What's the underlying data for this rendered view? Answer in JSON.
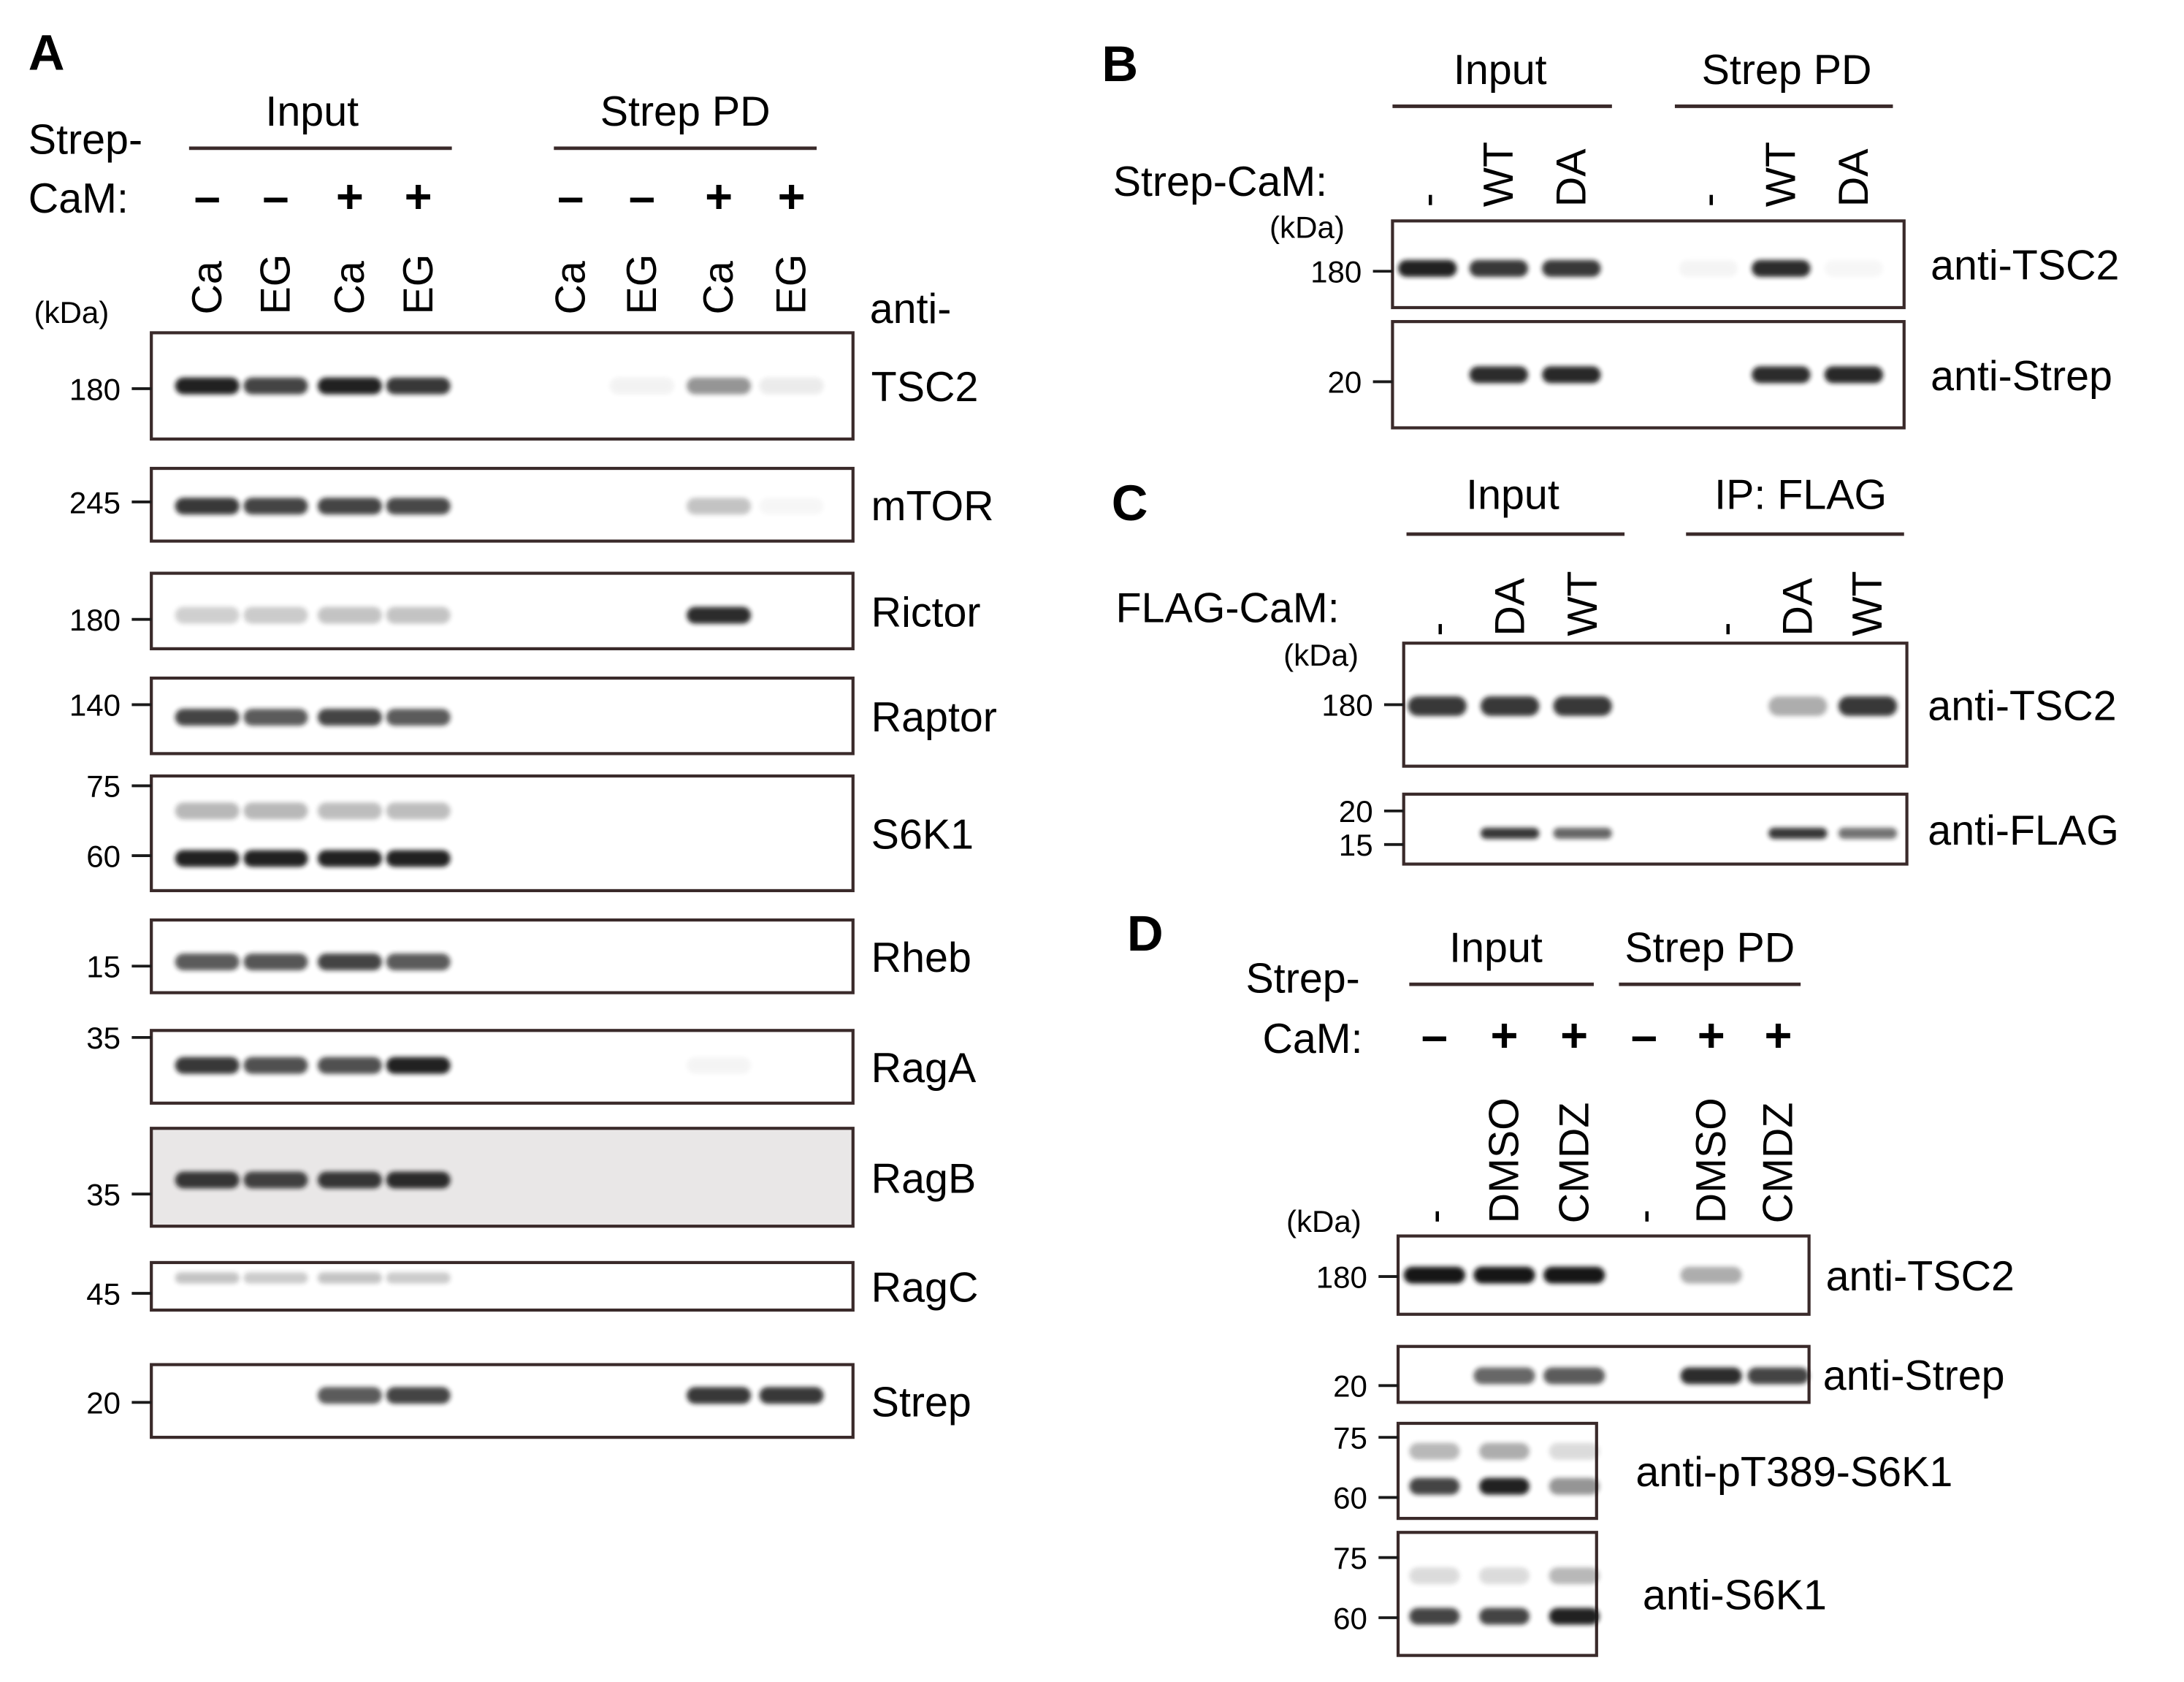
{
  "panels": {
    "A": {
      "label": "A",
      "row_label_1": "Strep-",
      "row_label_2": "CaM:",
      "kda": "(kDa)",
      "anti": "anti-",
      "groups": [
        "Input",
        "Strep PD"
      ],
      "signs": [
        "–",
        "–",
        "+",
        "+",
        "–",
        "–",
        "+",
        "+"
      ],
      "lanes": [
        "Ca",
        "EG",
        "Ca",
        "EG",
        "Ca",
        "EG",
        "Ca",
        "EG"
      ],
      "blots": [
        {
          "name": "TSC2",
          "markers": [
            "180"
          ],
          "bg": "#ffffff",
          "bands": [
            [
              0.95,
              0.8,
              0.95,
              0.85,
              0,
              0.05,
              0.45,
              0.08
            ]
          ]
        },
        {
          "name": "mTOR",
          "markers": [
            "245"
          ],
          "bg": "#ffffff",
          "bands": [
            [
              0.85,
              0.8,
              0.8,
              0.78,
              0,
              0,
              0.25,
              0.03
            ]
          ]
        },
        {
          "name": "Rictor",
          "markers": [
            "180"
          ],
          "bg": "#ffffff",
          "bands": [
            [
              0.2,
              0.22,
              0.25,
              0.25,
              0,
              0,
              0.9,
              0
            ]
          ]
        },
        {
          "name": "Raptor",
          "markers": [
            "140"
          ],
          "bg": "#ffffff",
          "bands": [
            [
              0.8,
              0.7,
              0.8,
              0.7,
              0,
              0,
              0,
              0
            ]
          ]
        },
        {
          "name": "S6K1",
          "markers": [
            "75",
            "60"
          ],
          "bg": "#ffffff",
          "bands": [
            [
              0.3,
              0.3,
              0.28,
              0.28,
              0,
              0,
              0,
              0
            ],
            [
              0.95,
              0.95,
              0.95,
              0.95,
              0,
              0,
              0,
              0
            ]
          ]
        },
        {
          "name": "Rheb",
          "markers": [
            "15"
          ],
          "bg": "#ffffff",
          "bands": [
            [
              0.7,
              0.72,
              0.8,
              0.7,
              0,
              0,
              0,
              0
            ]
          ]
        },
        {
          "name": "RagA",
          "markers": [
            "35"
          ],
          "bg": "#ffffff",
          "bands": [
            [
              0.85,
              0.75,
              0.75,
              0.95,
              0,
              0,
              0.04,
              0
            ]
          ]
        },
        {
          "name": "RagB",
          "markers": [
            "35"
          ],
          "bg": "#e9e7e7",
          "bands": [
            [
              0.85,
              0.8,
              0.85,
              0.9,
              0,
              0,
              0,
              0
            ]
          ]
        },
        {
          "name": "RagC",
          "markers": [
            "45"
          ],
          "bg": "#ffffff",
          "bands": [
            [
              0.25,
              0.22,
              0.25,
              0.22,
              0,
              0,
              0,
              0
            ]
          ]
        },
        {
          "name": "Strep",
          "markers": [
            "20"
          ],
          "bg": "#ffffff",
          "bands": [
            [
              0,
              0,
              0.7,
              0.8,
              0,
              0,
              0.85,
              0.85
            ]
          ]
        }
      ]
    },
    "B": {
      "label": "B",
      "row_label": "Strep-CaM:",
      "kda": "(kDa)",
      "groups": [
        "Input",
        "Strep PD"
      ],
      "lanes": [
        "-",
        "WT",
        "DA",
        "-",
        "WT",
        "DA"
      ],
      "blots": [
        {
          "name": "anti-TSC2",
          "markers": [
            "180"
          ],
          "bands": [
            [
              0.95,
              0.85,
              0.85,
              0.04,
              0.9,
              0.03
            ]
          ]
        },
        {
          "name": "anti-Strep",
          "markers": [
            "20"
          ],
          "bands": [
            [
              0,
              0.9,
              0.92,
              0,
              0.9,
              0.92
            ]
          ]
        }
      ]
    },
    "C": {
      "label": "C",
      "row_label": "FLAG-CaM:",
      "kda": "(kDa)",
      "groups": [
        "Input",
        "IP: FLAG"
      ],
      "lanes": [
        "-",
        "DA",
        "WT",
        "-",
        "DA",
        "WT"
      ],
      "blots": [
        {
          "name": "anti-TSC2",
          "markers": [
            "180"
          ],
          "bands": [
            [
              0.85,
              0.85,
              0.85,
              0,
              0.35,
              0.85
            ]
          ]
        },
        {
          "name": "anti-FLAG",
          "markers": [
            "20",
            "15"
          ],
          "bands": [
            [
              0,
              0.85,
              0.65,
              0,
              0.85,
              0.6
            ]
          ]
        }
      ]
    },
    "D": {
      "label": "D",
      "row_label_1": "Strep-",
      "row_label_2": "CaM:",
      "kda": "(kDa)",
      "groups": [
        "Input",
        "Strep PD"
      ],
      "signs": [
        "–",
        "+",
        "+",
        "–",
        "+",
        "+"
      ],
      "lanes": [
        "-",
        "DMSO",
        "CMDZ",
        "-",
        "DMSO",
        "CMDZ"
      ],
      "blots": [
        {
          "name": "anti-TSC2",
          "markers": [
            "180"
          ],
          "bands": [
            [
              1,
              1,
              1,
              0,
              0.35,
              0
            ]
          ]
        },
        {
          "name": "anti-Strep",
          "markers": [
            "20"
          ],
          "bands": [
            [
              0,
              0.65,
              0.7,
              0,
              0.9,
              0.8
            ]
          ]
        },
        {
          "name": "anti-pT389-S6K1",
          "markers": [
            "75",
            "60"
          ],
          "bands": [
            [
              0.3,
              0.35,
              0.15
            ],
            [
              0.8,
              0.95,
              0.45
            ]
          ]
        },
        {
          "name": "anti-S6K1",
          "markers": [
            "75",
            "60"
          ],
          "bands": [
            [
              0.15,
              0.15,
              0.3
            ],
            [
              0.8,
              0.8,
              0.95
            ]
          ]
        }
      ]
    }
  }
}
